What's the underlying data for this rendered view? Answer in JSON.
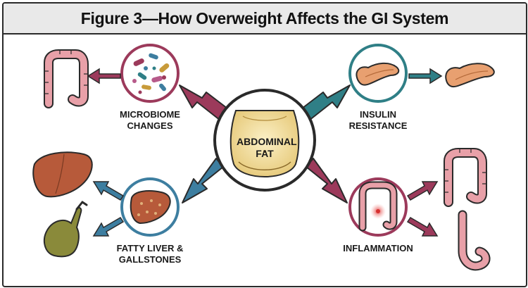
{
  "title": "Figure 3—How Overweight Affects the GI System",
  "center": {
    "line1": "ABDOMINAL",
    "line2": "FAT"
  },
  "nodes": {
    "microbiome": {
      "line1": "MICROBIOME",
      "line2": "CHANGES"
    },
    "insulin": {
      "line1": "INSULIN",
      "line2": "RESISTANCE"
    },
    "liver": {
      "line1": "FATTY LIVER &",
      "line2": "GALLSTONES"
    },
    "inflammation": {
      "line1": "INFLAMMATION"
    }
  },
  "colors": {
    "maroon": "#9c3a5b",
    "teal": "#2f7f86",
    "steel_blue": "#3d7ea0",
    "organ_pink": "#e8a0a8",
    "liver_brown": "#b75a3a",
    "belly_yellow": "#f2dfa0"
  }
}
